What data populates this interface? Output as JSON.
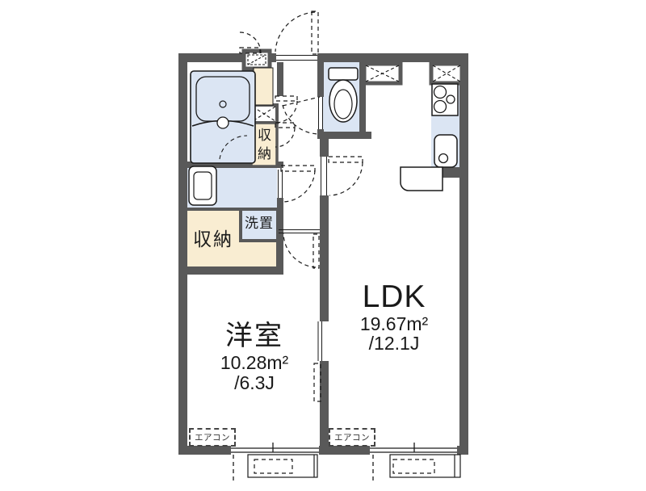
{
  "floorplan": {
    "rooms": {
      "ldk": {
        "label": "LDK",
        "area_m2": "19.67m²",
        "area_jo": "/12.1J"
      },
      "youshitsu": {
        "label": "洋室",
        "area_m2": "10.28m²",
        "area_jo": "/6.3J"
      }
    },
    "storage": {
      "hall_closet": "収納",
      "room_closet": "収納",
      "laundry": "洗置"
    },
    "equipment": {
      "aircon_youshitsu": "エアコン",
      "aircon_ldk": "エアコン"
    },
    "colors": {
      "wall": "#595959",
      "wet_area": "#dbe5f3",
      "storage_fill": "#f9edd2",
      "floor": "#ffffff",
      "line": "#1a1a1a"
    }
  }
}
